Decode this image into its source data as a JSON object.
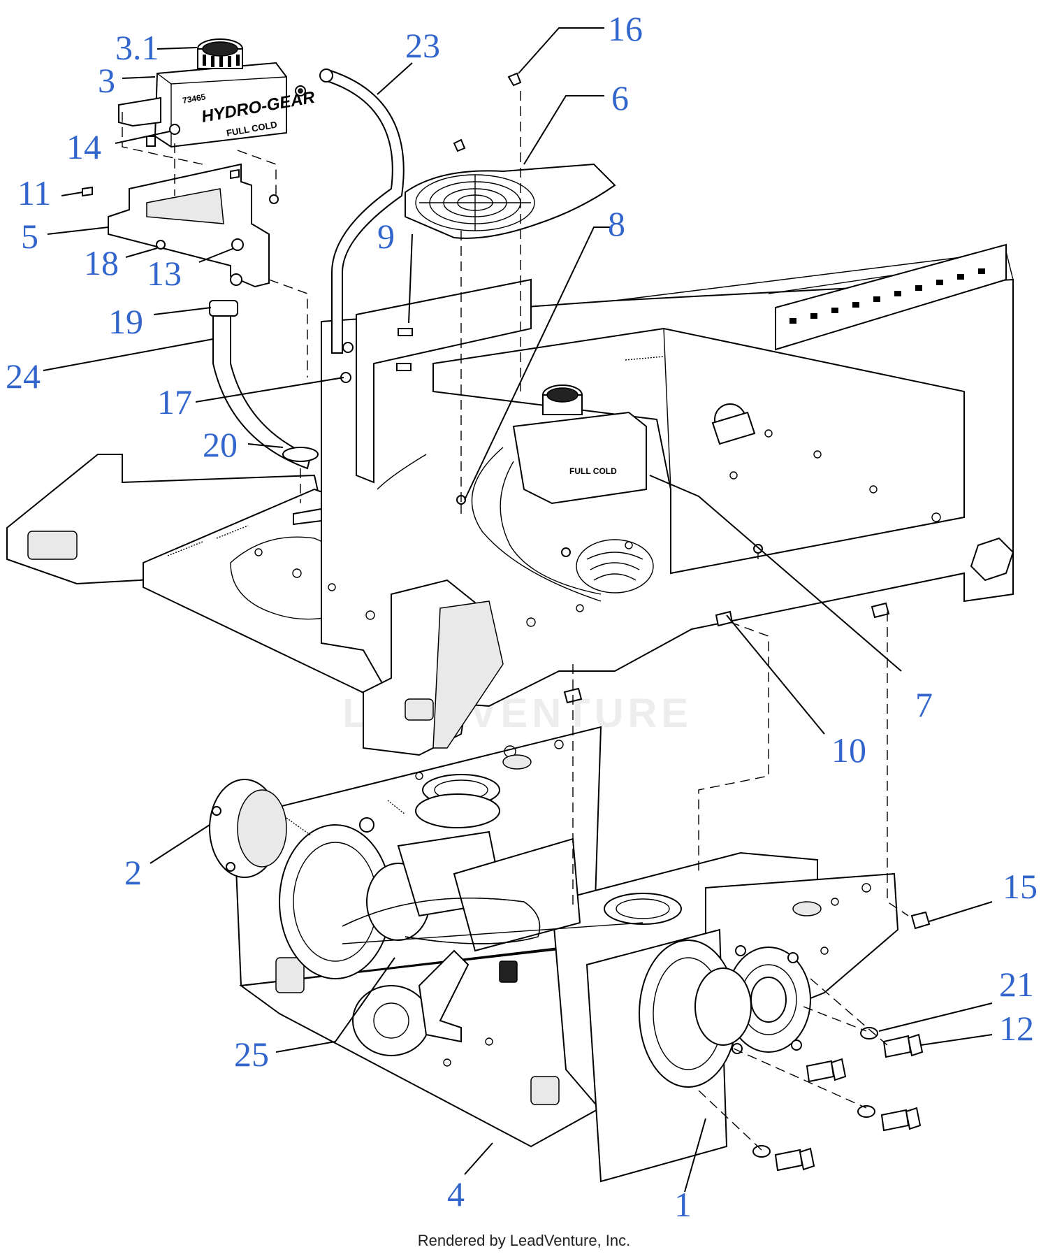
{
  "callouts": [
    {
      "label": "3.1"
    },
    {
      "label": "3"
    },
    {
      "label": "14"
    },
    {
      "label": "11"
    },
    {
      "label": "5"
    },
    {
      "label": "18"
    },
    {
      "label": "13"
    },
    {
      "label": "19"
    },
    {
      "label": "24"
    },
    {
      "label": "17"
    },
    {
      "label": "20"
    },
    {
      "label": "23"
    },
    {
      "label": "16"
    },
    {
      "label": "6"
    },
    {
      "label": "9"
    },
    {
      "label": "8"
    },
    {
      "label": "7"
    },
    {
      "label": "10"
    },
    {
      "label": "2"
    },
    {
      "label": "15"
    },
    {
      "label": "21"
    },
    {
      "label": "12"
    },
    {
      "label": "25"
    },
    {
      "label": "4"
    },
    {
      "label": "1"
    }
  ],
  "tank_text": {
    "brand": "HYDRO-GEAR",
    "part_no": "73465",
    "level": "FULL COLD",
    "level_small": "FULL COLD"
  },
  "watermark": "LEADVENTURE",
  "footer": "Rendered by LeadVenture, Inc.",
  "colors": {
    "callout": "#3366cc"
  }
}
